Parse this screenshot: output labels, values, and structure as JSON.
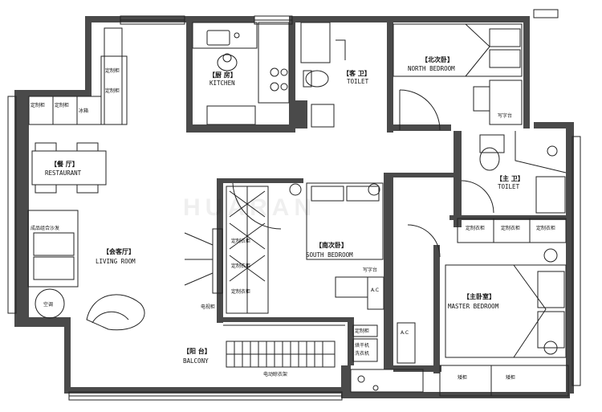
{
  "watermark": "HUARAN",
  "rooms": {
    "kitchen": {
      "cn": "【厨 房】",
      "en": "KITCHEN"
    },
    "guest_toilet": {
      "cn": "【客 卫】",
      "en": "TOILET"
    },
    "north_bedroom": {
      "cn": "【北次卧】",
      "en": "NORTH BEDROOM"
    },
    "restaurant": {
      "cn": "【餐 厅】",
      "en": "RESTAURANT"
    },
    "living_room": {
      "cn": "【会客厅】",
      "en": "LIVING ROOM"
    },
    "south_bedroom": {
      "cn": "【南次卧】",
      "en": "SOUTH BEDROOM"
    },
    "master_toilet": {
      "cn": "【主 卫】",
      "en": "TOILET"
    },
    "master_bedroom": {
      "cn": "【主卧室】",
      "en": "MASTER BEDROOM"
    },
    "balcony": {
      "cn": "【阳 台】",
      "en": "BALCONY"
    }
  },
  "fixtures": {
    "cabinet": "定制衣柜",
    "dining_cabinet": "定制柜",
    "fridge": "冰箱",
    "sofa": "成品组合沙发",
    "air_conditioner": "空调",
    "tv_cabinet": "电视柜",
    "desk": "写字台",
    "ac": "A.C",
    "washer": "洗衣机",
    "dryer": "烘干机",
    "drying_rack": "电动晾衣架",
    "bay_cabinet": "矮柜"
  },
  "colors": {
    "wall": "#4a4a4a",
    "line": "#222222",
    "floor": "#ffffff",
    "hatch": "#9a9a9a"
  }
}
